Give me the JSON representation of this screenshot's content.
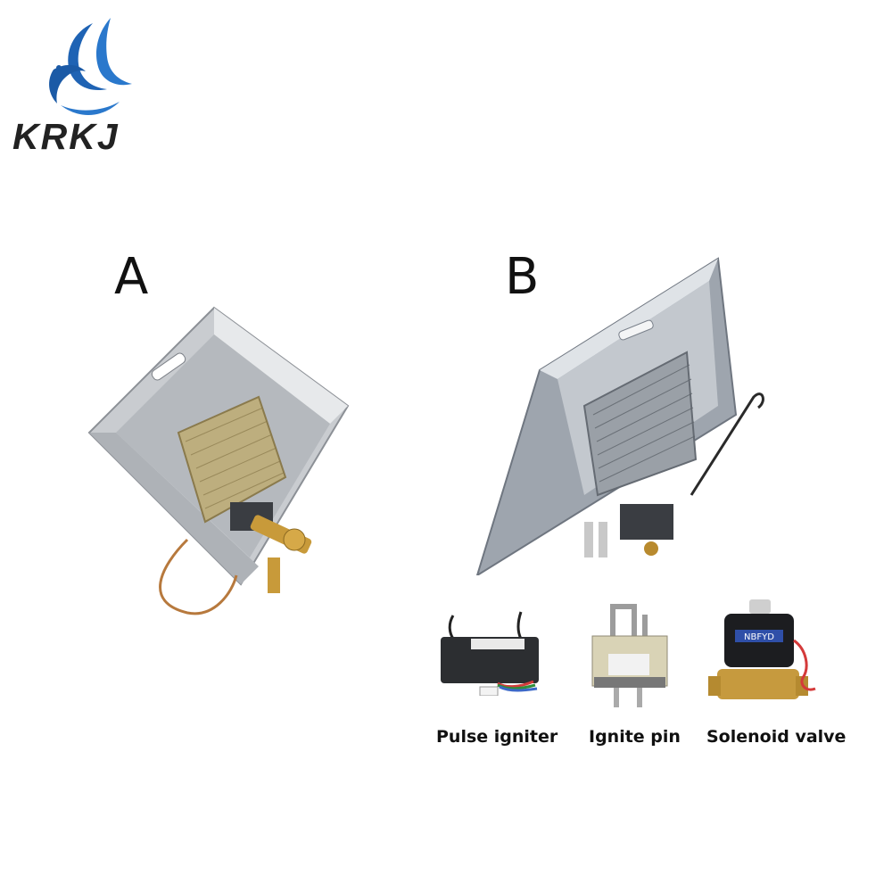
{
  "brand": {
    "name": "KRKJ",
    "logo_icon": "blue-swoosh-bird-icon",
    "colors": {
      "logo_blue": "#1f63b4",
      "text": "#222222"
    }
  },
  "variants": [
    {
      "label": "A",
      "image": "gas-heater-burner-with-brass-valve"
    },
    {
      "label": "B",
      "image": "gas-heater-burner-with-ignition-bracket"
    }
  ],
  "accessories": [
    {
      "label": "Pulse igniter",
      "image": "pulse-igniter-icon"
    },
    {
      "label": "Ignite pin",
      "image": "ignite-pin-icon"
    },
    {
      "label": "Solenoid valve",
      "image": "solenoid-valve-icon",
      "marking": "NBFYD"
    }
  ]
}
